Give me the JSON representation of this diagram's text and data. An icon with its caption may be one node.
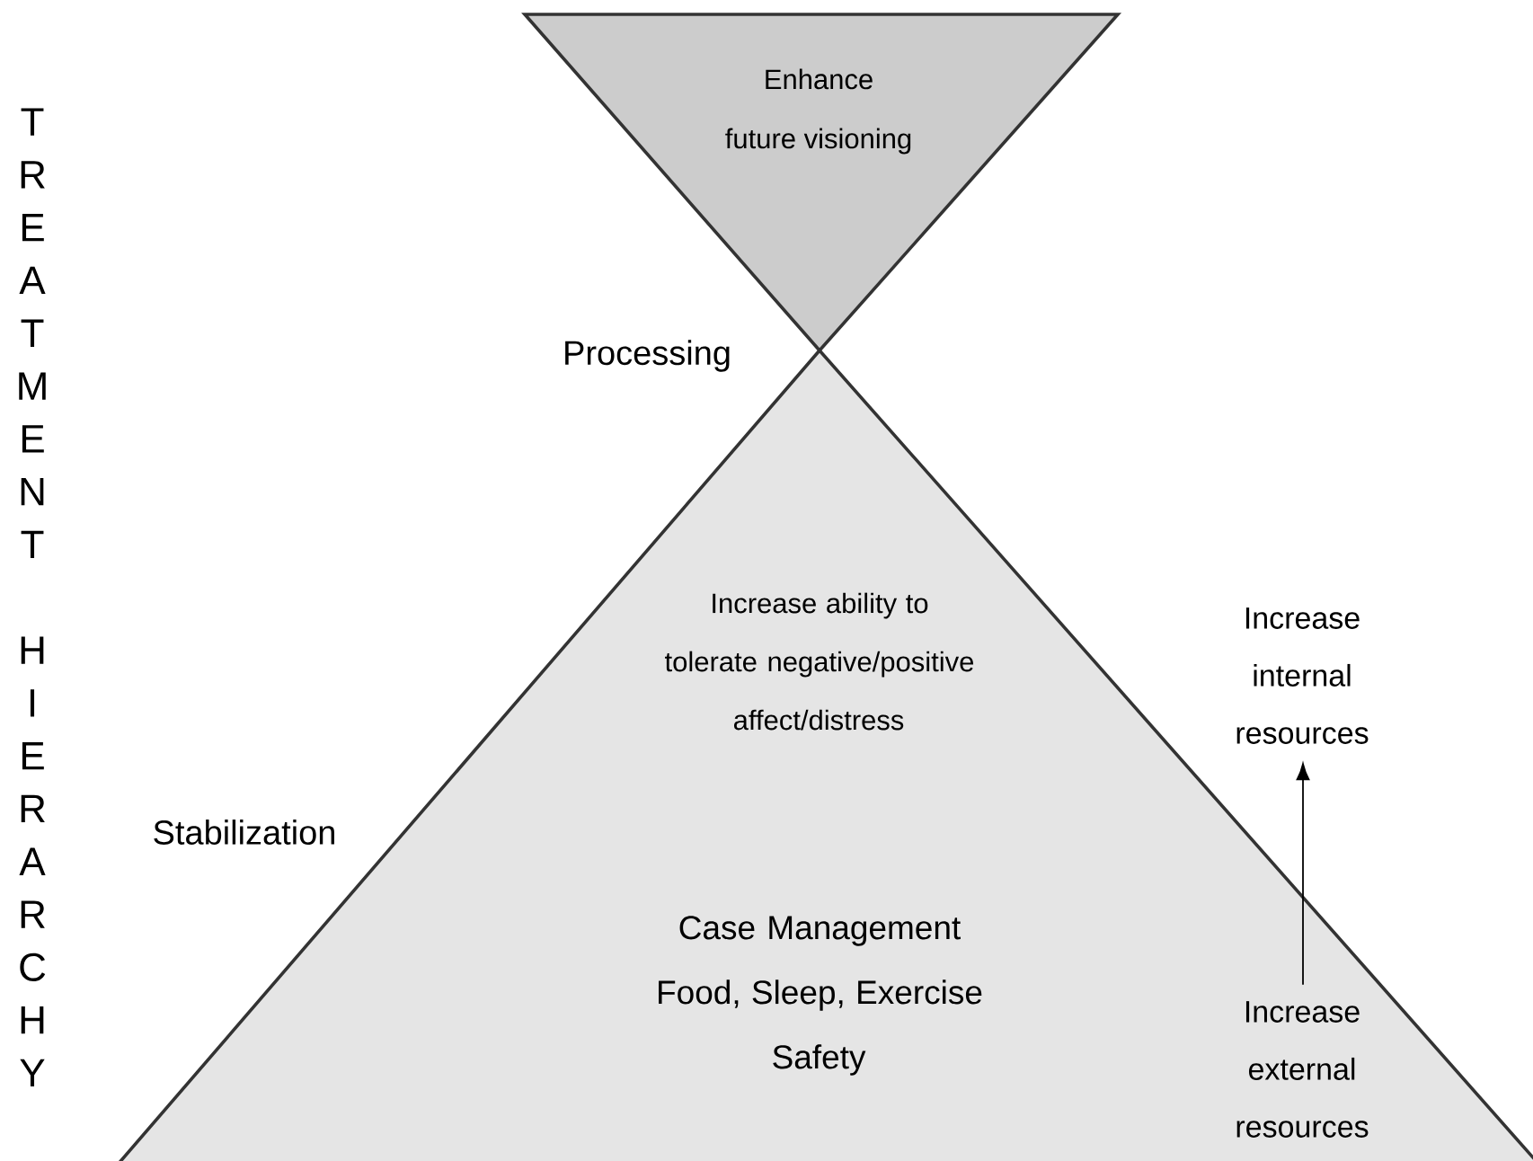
{
  "diagram": {
    "nodes": [
      {
        "text": [
          "Enhance future visioning"
        ]
      },
      {
        "text": [
          "Increase ability to tolerate negative/positive affect/distress",
          "Case Management Food, Sleep, Exercise Safety"
        ]
      },
      {
        "text": [
          "Increase internal resources"
        ]
      },
      {
        "text": [
          "Increase external resources"
        ],
        "in": 1
      }
    ],
    "edges": [
      {
        "from": 3,
        "to": 2,
        "arrow": "to"
      }
    ],
    "labels": [
      "TREATMENT HIERARCHY",
      "Processing",
      "Stabilization"
    ]
  }
}
